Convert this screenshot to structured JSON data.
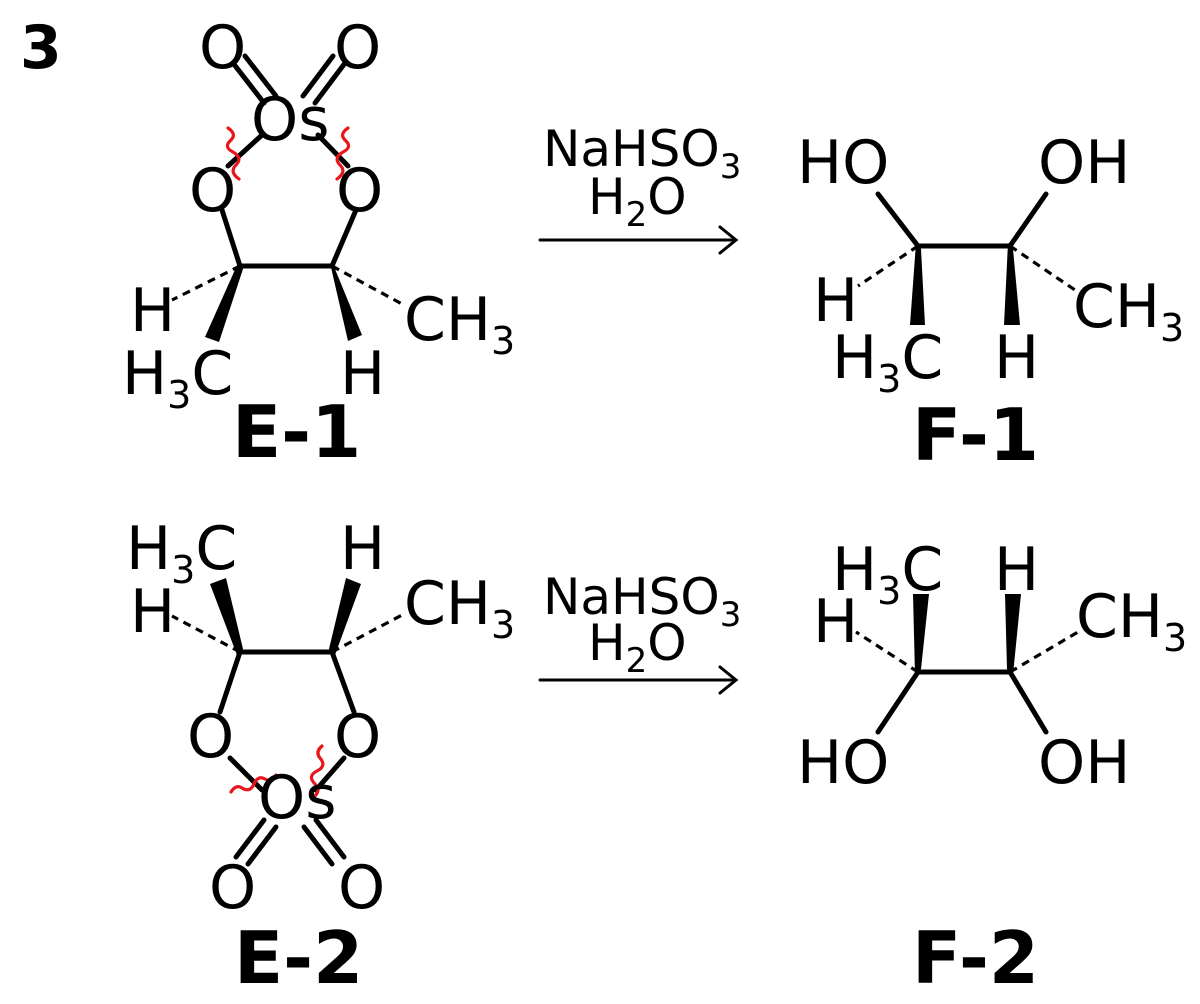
{
  "panel_number": "3",
  "atoms": {
    "O": "O",
    "Os": "Os",
    "H": "H",
    "C": "C",
    "HO": "HO",
    "OH": "OH",
    "CH": "CH",
    "sub3": "3"
  },
  "reagents": {
    "line1": "NaHSO",
    "line1_sub": "3",
    "line2_a": "H",
    "line2_sub": "2",
    "line2_b": "O"
  },
  "compounds": {
    "e1": "E-1",
    "f1": "F-1",
    "e2": "E-2",
    "f2": "F-2"
  },
  "colors": {
    "cleavage_mark": "#e8161b",
    "ink": "#000000"
  }
}
